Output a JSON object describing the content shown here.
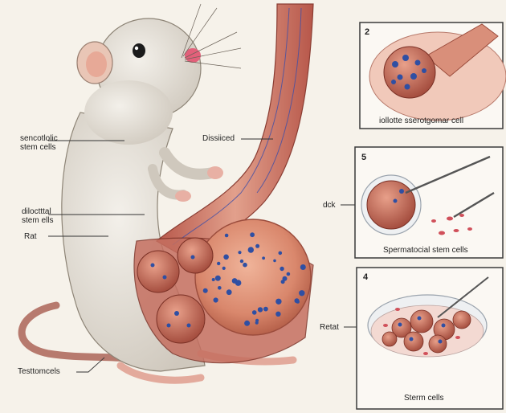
{
  "labels": {
    "sencollic_line1": "sencotlolic",
    "sencollic_line2": "stem cells",
    "dissiced": "Dissiiced",
    "dioloctal_line1": "diloctttal",
    "dioloctal_line2": "stem ells",
    "rat": "Rat",
    "testtomcels": "Testtomcels",
    "dck": "dck",
    "retat": "Retat"
  },
  "panels": [
    {
      "number": "2",
      "caption": "iollotte sserotgomar cell"
    },
    {
      "number": "5",
      "caption": "Spermatocial stem cells"
    },
    {
      "number": "4",
      "caption": "Sterm cells"
    }
  ],
  "colors": {
    "background": "#f6f2ea",
    "fur": "#e9e4dc",
    "tissue": "#d98c74",
    "blue_cells": "#2f4fa3",
    "panel_border": "#3a3a3a"
  }
}
